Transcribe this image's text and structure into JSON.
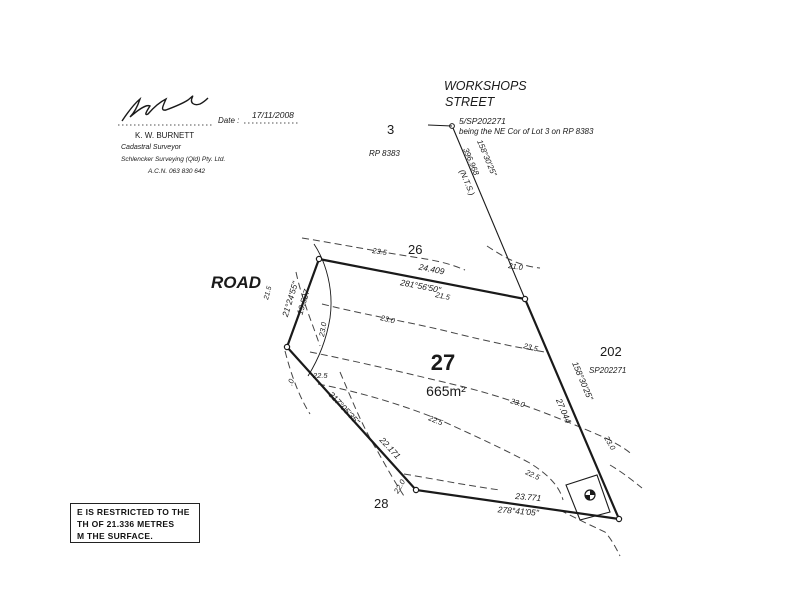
{
  "signature_block": {
    "date_label": "Date :",
    "date_value": "17/11/2008",
    "surveyor_name": "K. W. BURNETT",
    "title": "Cadastral Surveyor",
    "company": "Schlencker Surveying (Qld) Pty. Ltd.",
    "acn": "A.C.N.  063 830 642"
  },
  "road": {
    "name": "ROAD",
    "frontage_bearing": "21°24'55\"",
    "frontage_distance": "19.527"
  },
  "street": {
    "line1": "WORKSHOPS",
    "line2": "STREET"
  },
  "reference_mark": {
    "label": "5/SP202271",
    "description": "being the NE Cor of Lot 3 on RP 8383",
    "bearing": "158°30'25\"",
    "distance": "396.968",
    "note": "(N.T.S.)"
  },
  "lots": {
    "lot3_number": "3",
    "lot3_plan": "RP 8383",
    "lot26": "26",
    "lot202_number": "202",
    "lot202_plan": "SP202271",
    "lot28": "28"
  },
  "subject_lot": {
    "number": "27",
    "area": "665m²"
  },
  "boundaries": {
    "north_distance": "24.409",
    "north_bearing": "281°56'50\"",
    "east_bearing": "158°30'25\"",
    "east_distance": "27.044",
    "south_distance": "23.771",
    "south_bearing": "278°41'05\"",
    "southwest_bearing": "317°05'35\"",
    "southwest_distance": "22.171"
  },
  "contours": [
    "23.5",
    "23.0",
    "22.5",
    "22.0",
    "21.5",
    "21.0"
  ],
  "note_box": {
    "line1": "E IS RESTRICTED TO THE",
    "line2": "TH OF 21.336 METRES",
    "line3": "M THE SURFACE."
  }
}
